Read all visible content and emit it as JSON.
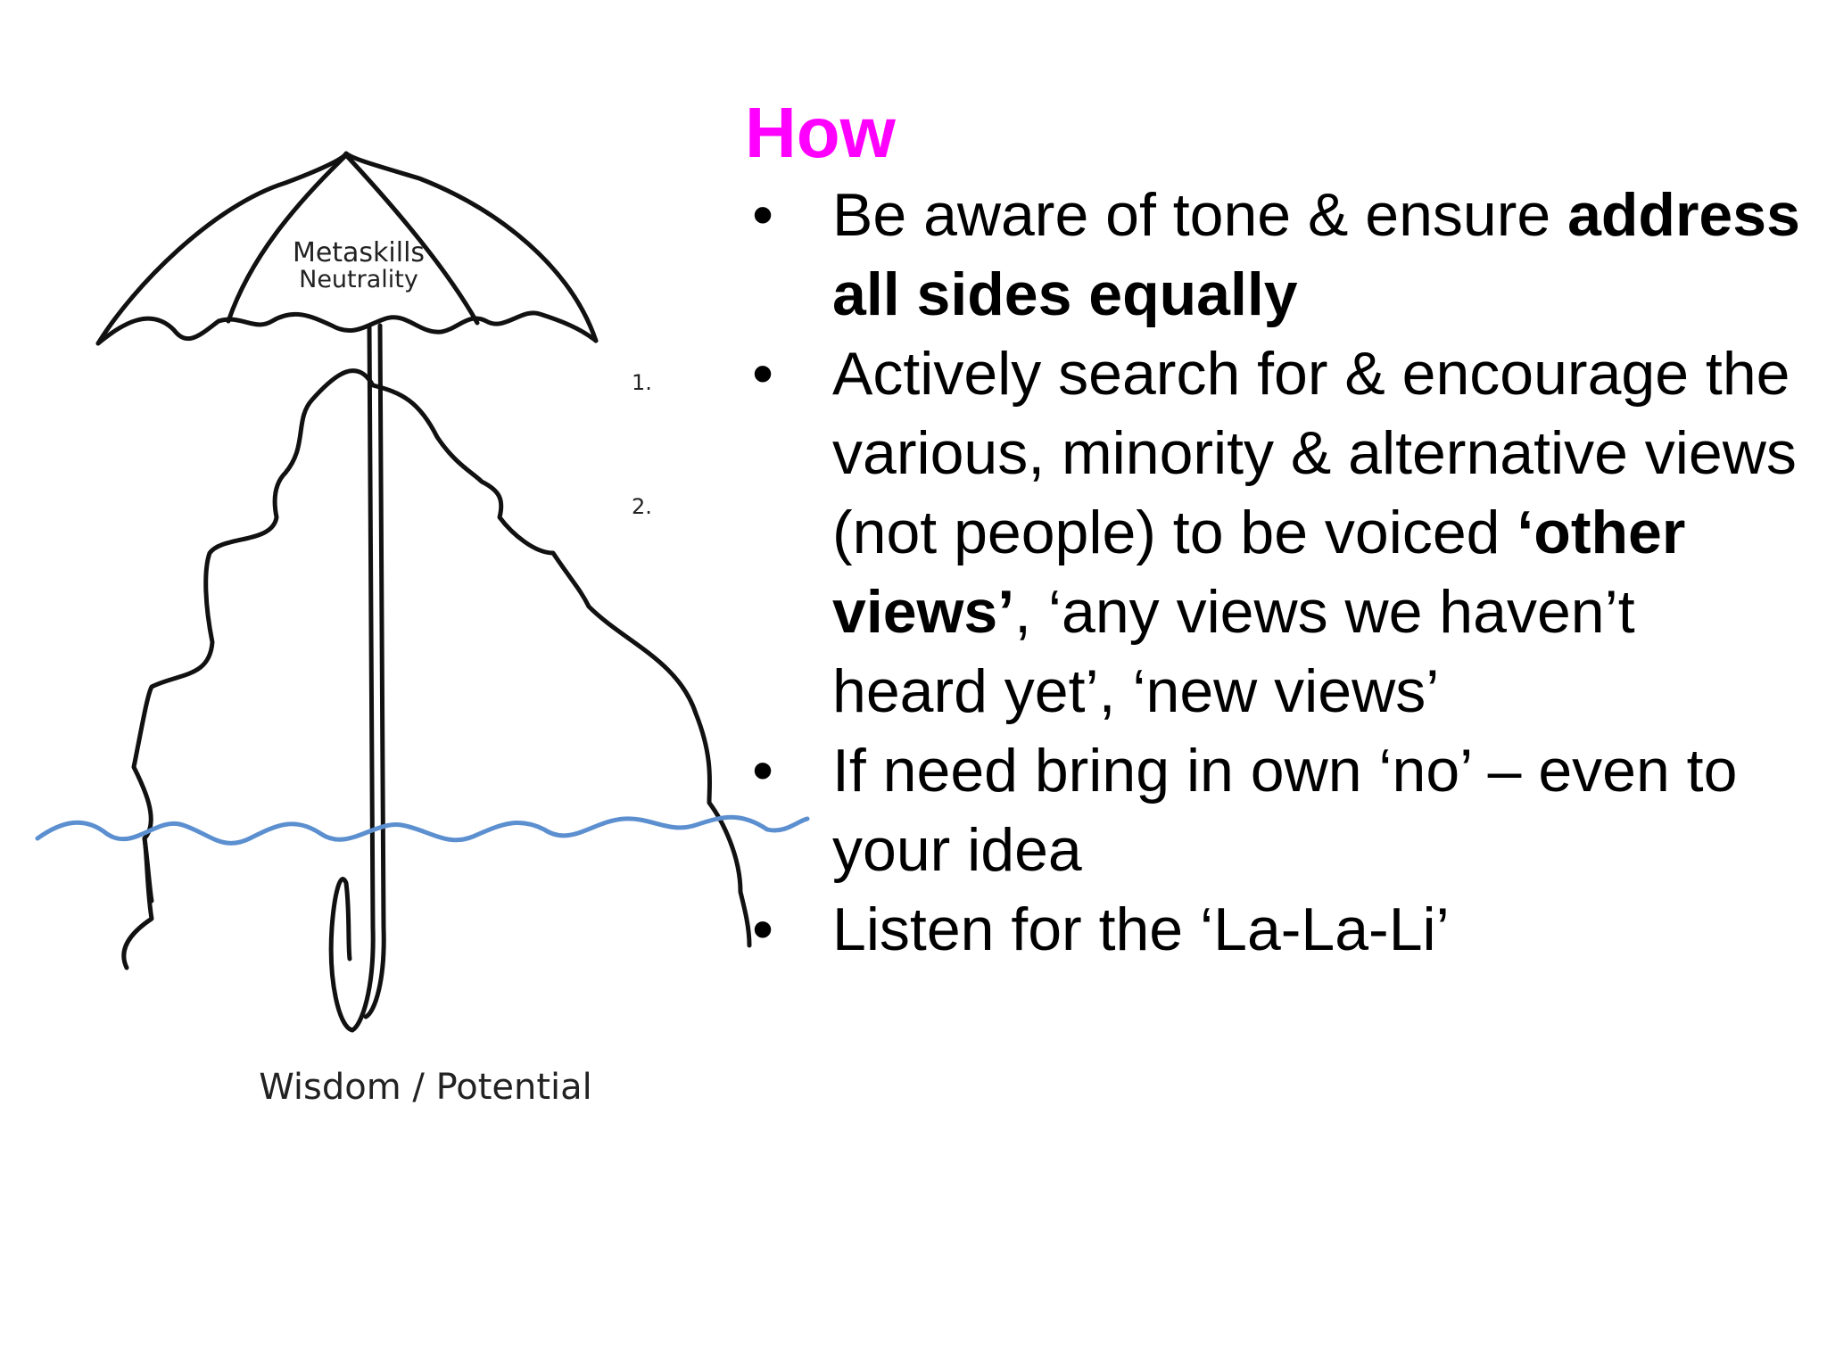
{
  "diagram": {
    "umbrella_label_line1": "Metaskills",
    "umbrella_label_line2": "Neutrality",
    "side_marker_1": "1.",
    "side_marker_2": "2.",
    "bottom_label": "Wisdom / Potential",
    "colors": {
      "ink": "#111111",
      "water": "#5b8fcf"
    }
  },
  "content": {
    "heading": "How",
    "heading_color": "#ff00ff",
    "bullet_glyph": "•",
    "bullets": [
      {
        "text_a": "Be aware of tone & ensure ",
        "bold_a": "address all sides equally"
      },
      {
        "text_a": "Actively search for & encourage the various, minority & alternative views (not people) to be voiced ",
        "bold_a": "‘other views’",
        "text_b": ", ‘any views we haven’t heard yet’, ‘new views’"
      },
      {
        "text_a": "If need bring in own ‘no’ – even to your idea"
      },
      {
        "text_a": "Listen for the ‘La-La-Li’"
      }
    ]
  }
}
